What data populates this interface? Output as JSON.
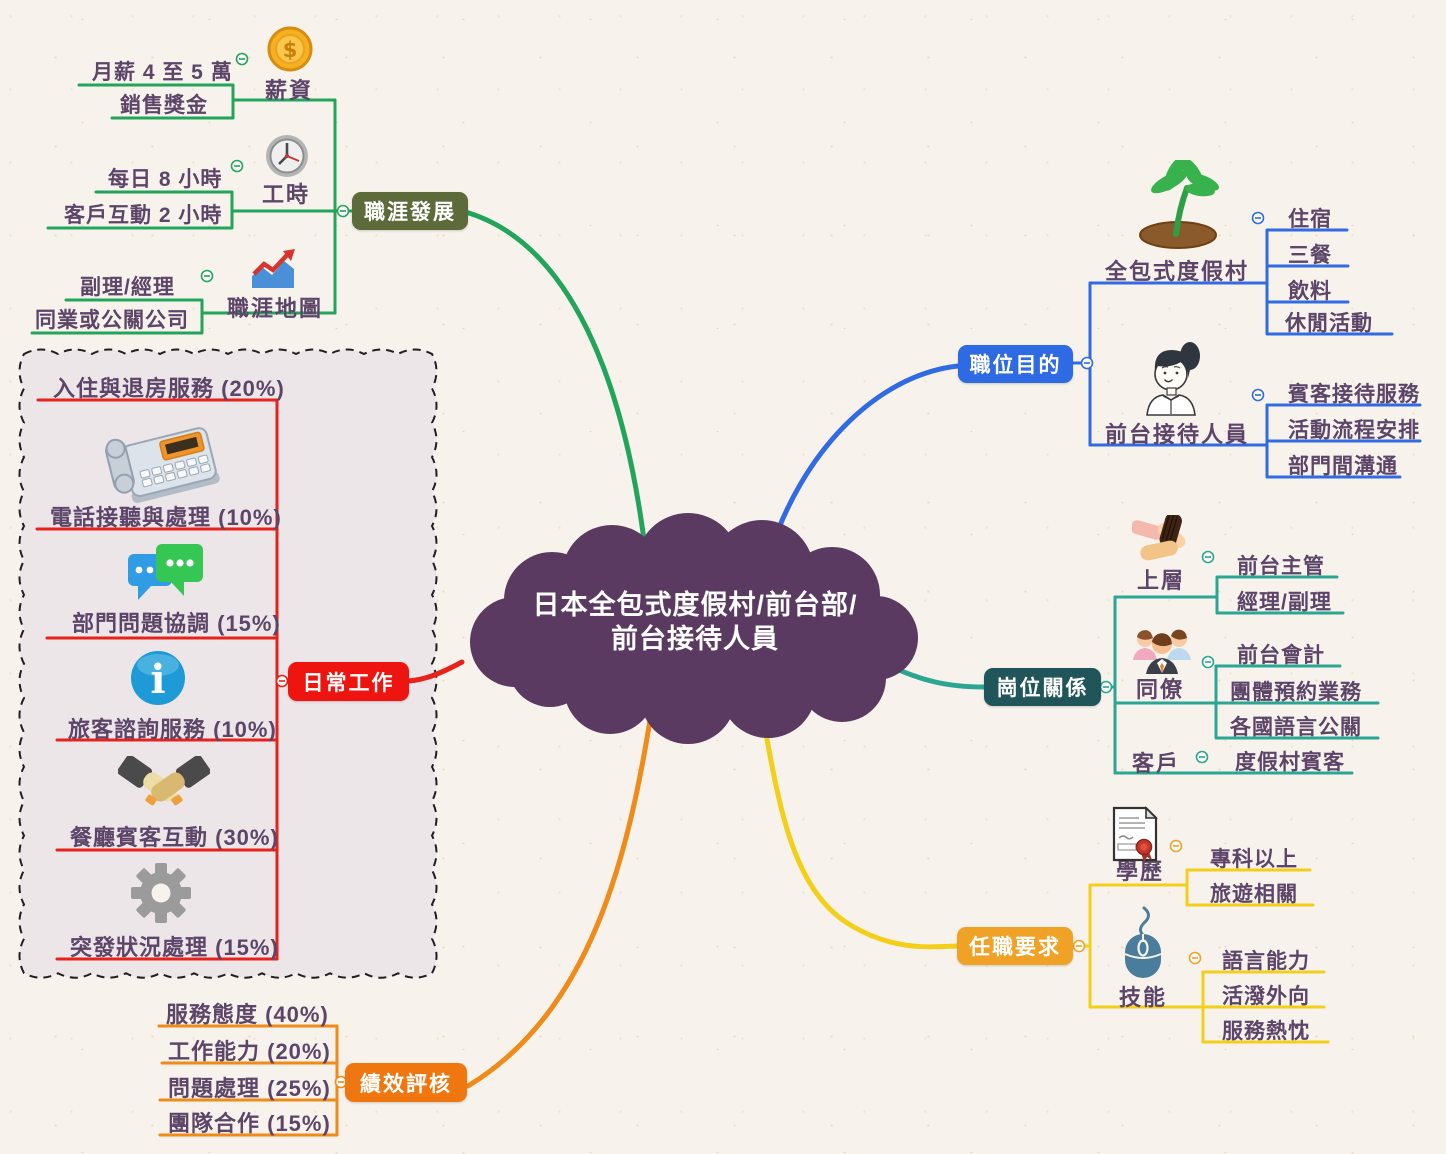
{
  "center": {
    "line1": "日本全包式度假村/前台部/",
    "line2": "前台接待人員",
    "color": "#5a3a60"
  },
  "branches": {
    "career": {
      "label": "職涯發展",
      "node_color": "#5d6b3a",
      "line_color": "#22a55b",
      "children": [
        {
          "label": "薪資",
          "icon": "coin-icon",
          "items": [
            "月薪 4 至 5 萬",
            "銷售獎金"
          ]
        },
        {
          "label": "工時",
          "icon": "clock-icon",
          "items": [
            "每日 8 小時",
            "客戶互動 2 小時"
          ]
        },
        {
          "label": "職涯地圖",
          "icon": "growth-chart-icon",
          "items": [
            "副理/經理",
            "同業或公關公司"
          ]
        }
      ]
    },
    "purpose": {
      "label": "職位目的",
      "node_color": "#2d6ae4",
      "line_color": "#316be4",
      "children": [
        {
          "label": "全包式度假村",
          "icon": "palm-island-icon",
          "items": [
            "住宿",
            "三餐",
            "飲料",
            "休閒活動"
          ]
        },
        {
          "label": "前台接待人員",
          "icon": "receptionist-icon",
          "items": [
            "賓客接待服務",
            "活動流程安排",
            "部門間溝通"
          ]
        }
      ]
    },
    "relations": {
      "label": "崗位關係",
      "node_color": "#20565a",
      "line_color": "#2aa692",
      "children": [
        {
          "label": "上層",
          "icon": "stacked-hands-icon",
          "items": [
            "前台主管",
            "經理/副理"
          ]
        },
        {
          "label": "同僚",
          "icon": "team-icon",
          "items": [
            "前台會計",
            "團體預約業務",
            "各國語言公關"
          ]
        },
        {
          "label": "客戶",
          "icon": "",
          "items": [
            "度假村賓客"
          ]
        }
      ]
    },
    "requirements": {
      "label": "任職要求",
      "node_color": "#f0a227",
      "line_color": "#f3cf1a",
      "children": [
        {
          "label": "學歷",
          "icon": "certificate-icon",
          "items": [
            "專科以上",
            "旅遊相關"
          ]
        },
        {
          "label": "技能",
          "icon": "mouse-icon",
          "items": [
            "語言能力",
            "活潑外向",
            "服務熱忱"
          ]
        }
      ]
    },
    "daily": {
      "label": "日常工作",
      "node_color": "#ee1410",
      "line_color": "#e9211b",
      "items": [
        {
          "text": "入住與退房服務 (20%)",
          "icon": ""
        },
        {
          "text": "電話接聽與處理 (10%)",
          "icon": "telephone-icon"
        },
        {
          "text": "部門問題協調 (15%)",
          "icon": "chat-bubbles-icon"
        },
        {
          "text": "旅客諮詢服務 (10%)",
          "icon": "info-icon"
        },
        {
          "text": "餐廳賓客互動 (30%)",
          "icon": "handshake-icon"
        },
        {
          "text": "突發狀況處理 (15%)",
          "icon": "gear-icon"
        }
      ]
    },
    "performance": {
      "label": "績效評核",
      "node_color": "#f0770f",
      "line_color": "#f08a18",
      "items": [
        "服務態度 (40%)",
        "工作能力 (20%)",
        "問題處理 (25%)",
        "團隊合作 (15%)"
      ]
    }
  },
  "text_color": "#5c4569",
  "background_color": "#f7f3ec"
}
